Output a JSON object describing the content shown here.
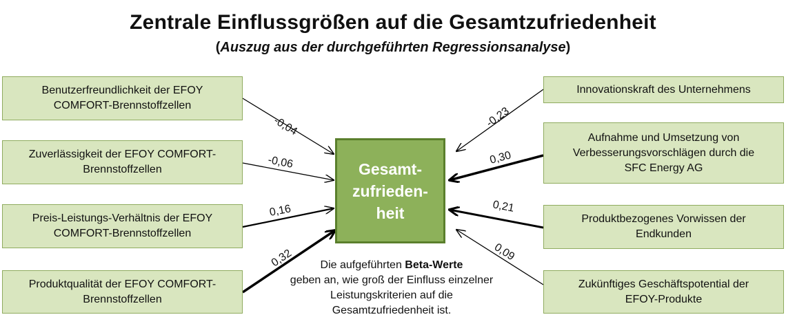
{
  "title": "Zentrale Einflussgrößen auf die Gesamtzufriedenheit",
  "subtitle": {
    "open": "(",
    "italic": "Auszug aus der durchgeführten Regressionsanalyse",
    "close": ")"
  },
  "center": {
    "label": "Gesamt-\nzufrieden-\nheit"
  },
  "note": {
    "line1_prefix": "Die aufgeführten ",
    "line1_bold": "Beta-Werte",
    "rest": "geben an, wie groß der Einfluss einzelner Leistungskriterien auf die Gesamtzufriedenheit ist."
  },
  "factors_left": [
    {
      "label": "Benutzerfreundlichkeit der EFOY\nCOMFORT-Brennstoffzellen",
      "beta": "-0,04",
      "beta_value": -0.04
    },
    {
      "label": "Zuverlässigkeit der EFOY COMFORT-\nBrennstoffzellen",
      "beta": "-0,06",
      "beta_value": -0.06
    },
    {
      "label": "Preis-Leistungs-Verhältnis der EFOY\nCOMFORT-Brennstoffzellen",
      "beta": "0,16",
      "beta_value": 0.16
    },
    {
      "label": "Produktqualität der EFOY COMFORT-\nBrennstoffzellen",
      "beta": "0,32",
      "beta_value": 0.32
    }
  ],
  "factors_right": [
    {
      "label": "Innovationskraft des Unternehmens",
      "beta": "-0,23",
      "beta_value": -0.23
    },
    {
      "label": "Aufnahme und Umsetzung von\nVerbesserungsvorschlägen durch die\nSFC Energy AG",
      "beta": "0,30",
      "beta_value": 0.3
    },
    {
      "label": "Produktbezogenes Vorwissen der\nEndkunden",
      "beta": "0,21",
      "beta_value": 0.21
    },
    {
      "label": "Zukünftiges Geschäftspotential der\nEFOY-Produkte",
      "beta": "0,09",
      "beta_value": 0.09
    }
  ],
  "colors": {
    "box_fill": "#d9e6bf",
    "box_border": "#8fab5e",
    "center_fill": "#8db15a",
    "center_border": "#5a7f2c",
    "arrow": "#000000"
  }
}
